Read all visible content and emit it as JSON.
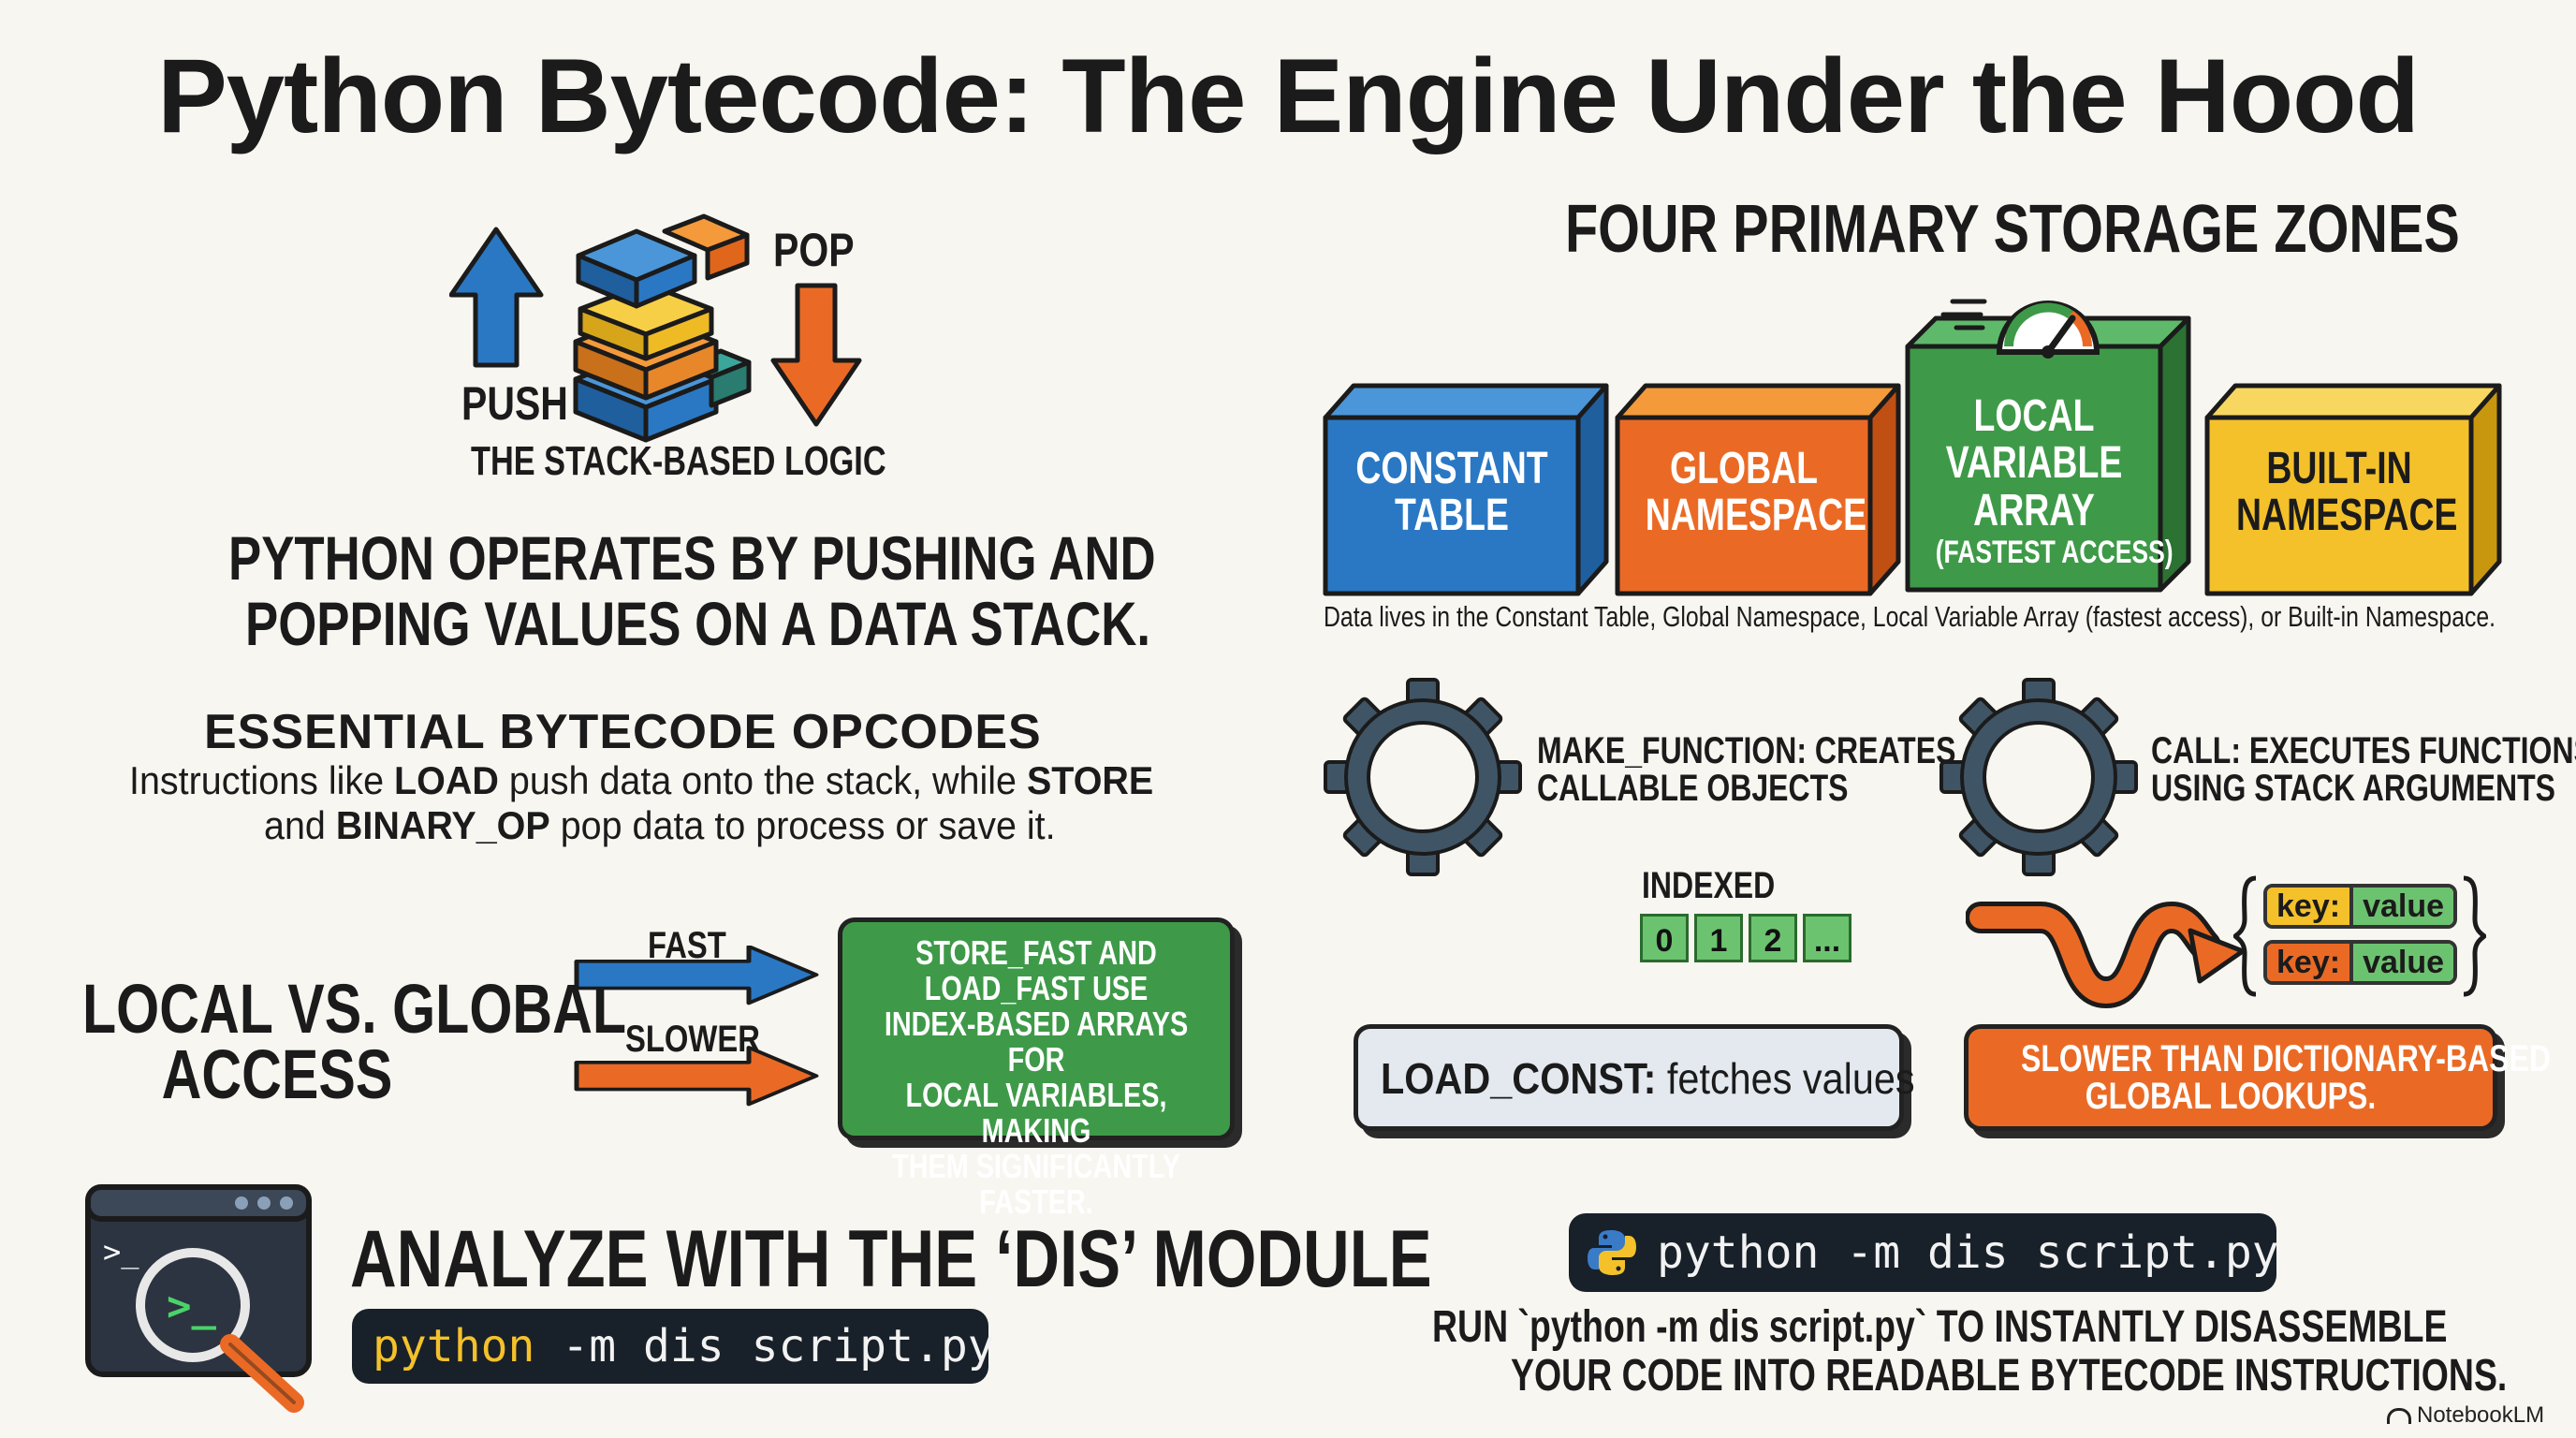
{
  "title": "Python Bytecode: The Engine Under the Hood",
  "stack_section": {
    "push_label": "PUSH",
    "pop_label": "POP",
    "caption": "THE STACK-BASED LOGIC",
    "headline_line1": "PYTHON OPERATES BY PUSHING AND",
    "headline_line2": "POPPING VALUES ON A DATA STACK."
  },
  "opcodes": {
    "heading": "ESSENTIAL BYTECODE OPCODES",
    "line1_pre": "Instructions like ",
    "line1_load": "LOAD",
    "line1_mid": " push data onto the stack, while ",
    "line1_store": "STORE",
    "line2_pre": "and ",
    "line2_binop": "BINARY_OP",
    "line2_post": " pop data to process or save it."
  },
  "access": {
    "title_line1": "LOCAL VS. GLOBAL",
    "title_line2": "ACCESS",
    "fast_label": "FAST",
    "slower_label": "SLOWER",
    "note_lines": [
      "STORE_FAST AND",
      "LOAD_FAST USE",
      "INDEX-BASED ARRAYS FOR",
      "LOCAL VARIABLES, MAKING",
      "THEM SIGNIFICANTLY FASTER."
    ]
  },
  "dis": {
    "heading": "ANALYZE WITH THE ‘DIS’ MODULE",
    "command_keyword": "python",
    "command_rest": " -m dis script.py"
  },
  "storage": {
    "heading": "FOUR PRIMARY STORAGE ZONES",
    "zones": [
      {
        "line1": "CONSTANT",
        "line2": "TABLE",
        "line3": ""
      },
      {
        "line1": "GLOBAL",
        "line2": "NAMESPACE",
        "line3": ""
      },
      {
        "line1": "LOCAL",
        "line2": "VARIABLE",
        "line3": "ARRAY",
        "note": "(FASTEST ACCESS)"
      },
      {
        "line1": "BUILT-IN",
        "line2": "NAMESPACE",
        "line3": ""
      }
    ],
    "caption": "Data lives in the Constant Table, Global Namespace, Local Variable Array (fastest access), or Built-in Namespace."
  },
  "functions": {
    "make_line1": "MAKE_FUNCTION: CREATES",
    "make_line2": "CALLABLE OBJECTS",
    "call_line1": "CALL: EXECUTES FUNCTIONS",
    "call_line2": "USING STACK ARGUMENTS"
  },
  "indexed": {
    "label": "INDEXED",
    "cells": [
      "0",
      "1",
      "2",
      "..."
    ]
  },
  "dict": {
    "key_label": "key:",
    "value_label": "value"
  },
  "load_const": {
    "keyword": "LOAD_CONST:",
    "rest": " fetches values"
  },
  "slower_note": {
    "line1": "SLOWER THAN DICTIONARY-BASED",
    "line2": "GLOBAL LOOKUPS."
  },
  "run": {
    "command": "python -m dis script.py",
    "line1": "RUN `python -m dis script.py` TO INSTANTLY DISASSEMBLE",
    "line2": "YOUR CODE INTO READABLE BYTECODE INSTRUCTIONS."
  },
  "watermark": "NotebookLM",
  "colors": {
    "blue": "#2a78c4",
    "orange": "#ea6a25",
    "green": "#3e9a48",
    "yellow": "#f4c12b",
    "dark": "#1b1b1b"
  }
}
